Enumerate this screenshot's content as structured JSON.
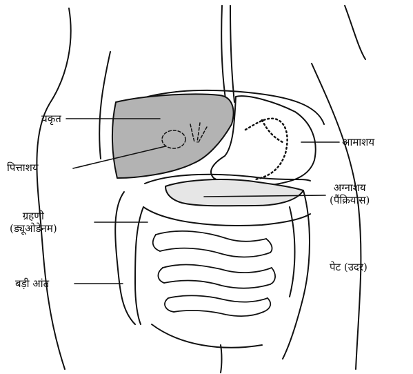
{
  "labels": {
    "liver": "यकृत",
    "gallbladder": "पित्ताशय",
    "duodenum": "ग्रहणी",
    "duodenum_alt": "(ड्यूओडेनम)",
    "large_intestine": "बड़ी आंत",
    "stomach": "आमाशय",
    "pancreas": "अग्नाशय",
    "pancreas_alt": "(पैंक्रियास)",
    "abdomen": "पेट (उदर)"
  },
  "colors": {
    "line": "#111111",
    "liver_fill": "#b3b3b3",
    "pancreas_fill": "#e6e6e6",
    "background": "#ffffff"
  }
}
